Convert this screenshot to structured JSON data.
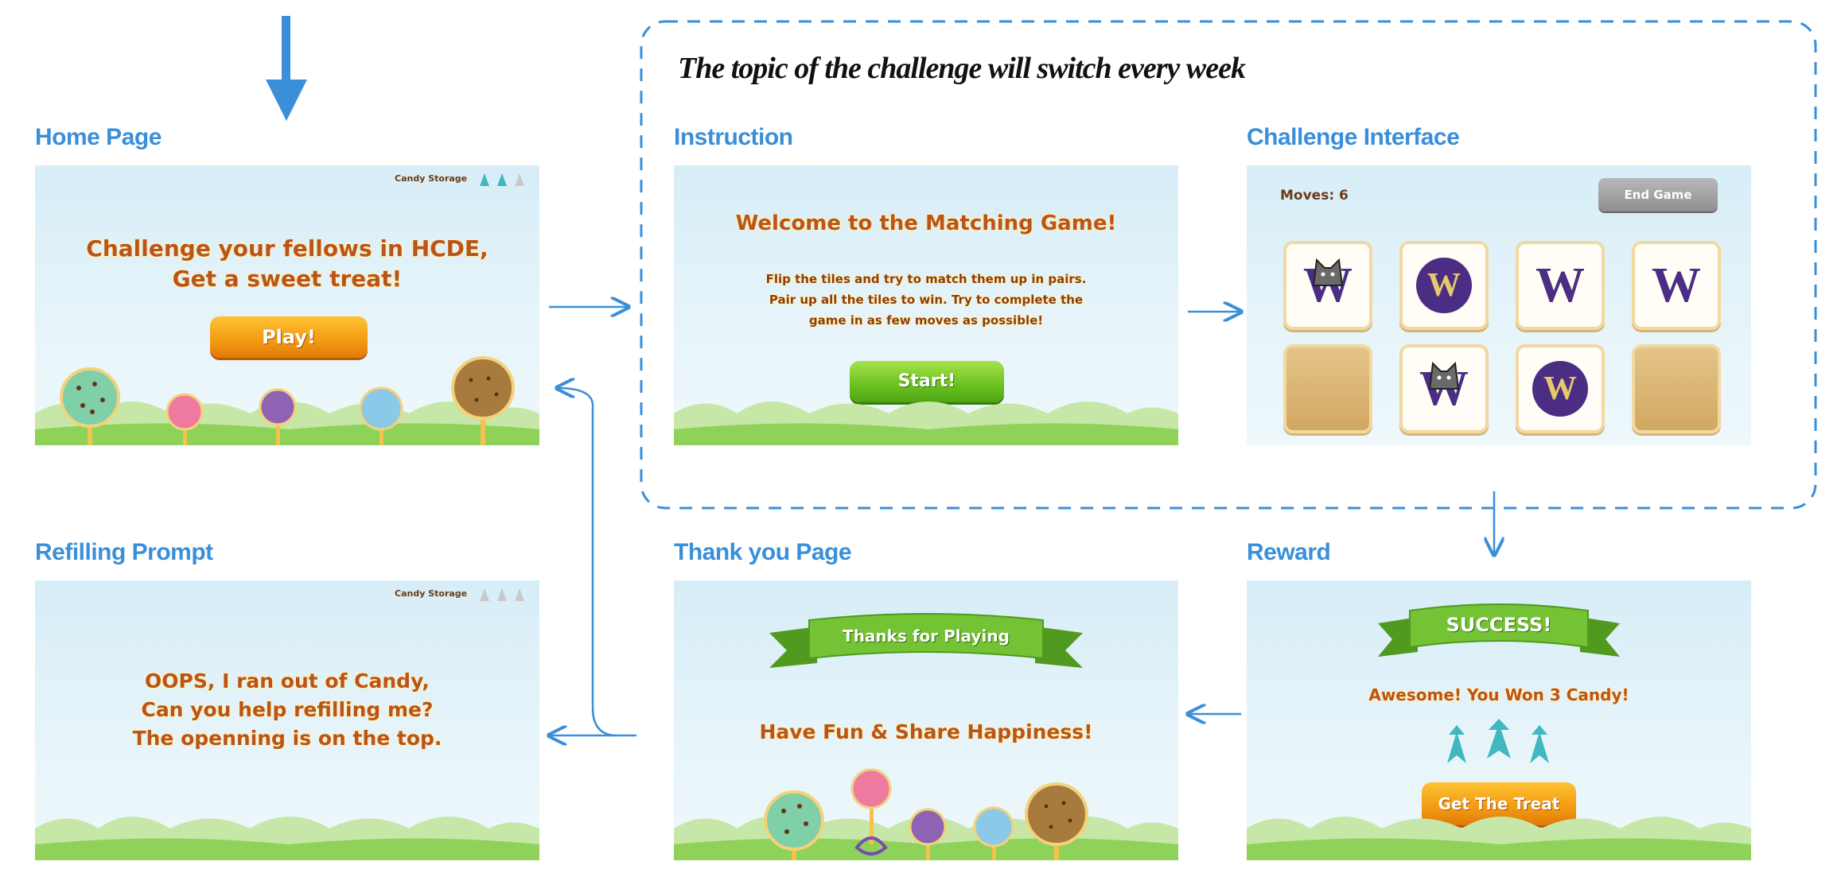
{
  "diagram": {
    "title": "The topic of the challenge will switch every week",
    "section_labels": {
      "home": "Home Page",
      "instruction": "Instruction",
      "challenge": "Challenge Interface",
      "refill": "Refilling Prompt",
      "thanks": "Thank you Page",
      "reward": "Reward"
    }
  },
  "home": {
    "storage_label": "Candy Storage",
    "headline_1": "Challenge your fellows in HCDE,",
    "headline_2": "Get a sweet treat!",
    "play_button": "Play!"
  },
  "instruction": {
    "title": "Welcome to the Matching Game!",
    "body_1": "Flip the tiles and try to match them up in pairs.",
    "body_2": "Pair up all the tiles to win. Try to complete the",
    "body_3": "game in as few moves as possible!",
    "start_button": "Start!"
  },
  "challenge": {
    "moves_label": "Moves: 6",
    "end_button": "End Game",
    "tile_letter": "W"
  },
  "refill": {
    "storage_label": "Candy Storage",
    "line_1": "OOPS, I ran out of Candy,",
    "line_2": "Can you help refilling me?",
    "line_3": "The openning is on the top."
  },
  "thanks": {
    "banner": "Thanks for Playing",
    "tagline": "Have Fun & Share Happiness!"
  },
  "reward": {
    "banner": "SUCCESS!",
    "message": "Awesome! You Won 3 Candy!",
    "button": "Get The Treat"
  },
  "colors": {
    "accent_blue": "#3a8fd8",
    "uw_purple": "#4b2e83",
    "uw_gold": "#e8c86c"
  }
}
